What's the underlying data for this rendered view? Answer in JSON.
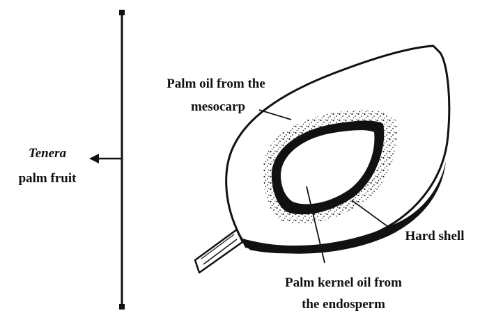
{
  "fruit_label": {
    "name": "Tenera",
    "line2": "palm fruit"
  },
  "labels": {
    "mesocarp_line1": "Palm oil from the",
    "mesocarp_line2": "mesocarp",
    "shell": "Hard shell",
    "kernel_line1": "Palm kernel oil from",
    "kernel_line2": "the endosperm"
  },
  "colors": {
    "ink": "#111111",
    "background": "#ffffff"
  }
}
